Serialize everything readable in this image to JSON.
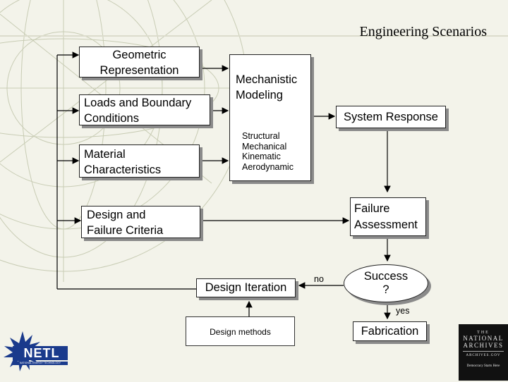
{
  "slide": {
    "title": "Engineering Scenarios"
  },
  "boxes": {
    "geometric": "Geometric\nRepresentation",
    "loads": "Loads and Boundary\nConditions",
    "material": "Material\nCharacteristics",
    "design_criteria": "Design and\nFailure Criteria",
    "mech_title": "Mechanistic\nModeling",
    "mech_list": "Structural\nMechanical\nKinematic\nAerodynamic",
    "system_response": "System Response",
    "failure": "Failure\nAssessment",
    "success": "Success\n?",
    "design_iteration": "Design Iteration",
    "fabrication": "Fabrication",
    "design_methods": "Design methods"
  },
  "labels": {
    "no": "no",
    "yes": "yes"
  },
  "logos": {
    "netl": "NETL",
    "netl_tagline": "NATIONAL ENERGY TECHNOLOGY LABORATORY",
    "archives_line1": "THE",
    "archives_line2": "NATIONAL",
    "archives_line3": "ARCHIVES",
    "archives_line4": "ARCHIVES.GOV",
    "archives_line5": "Democracy Starts Here"
  },
  "colors": {
    "background": "#f3f3ea",
    "grid": "#c8ccb4",
    "shadow": "#8a8a8a",
    "netl_blue": "#1a3a8c"
  }
}
